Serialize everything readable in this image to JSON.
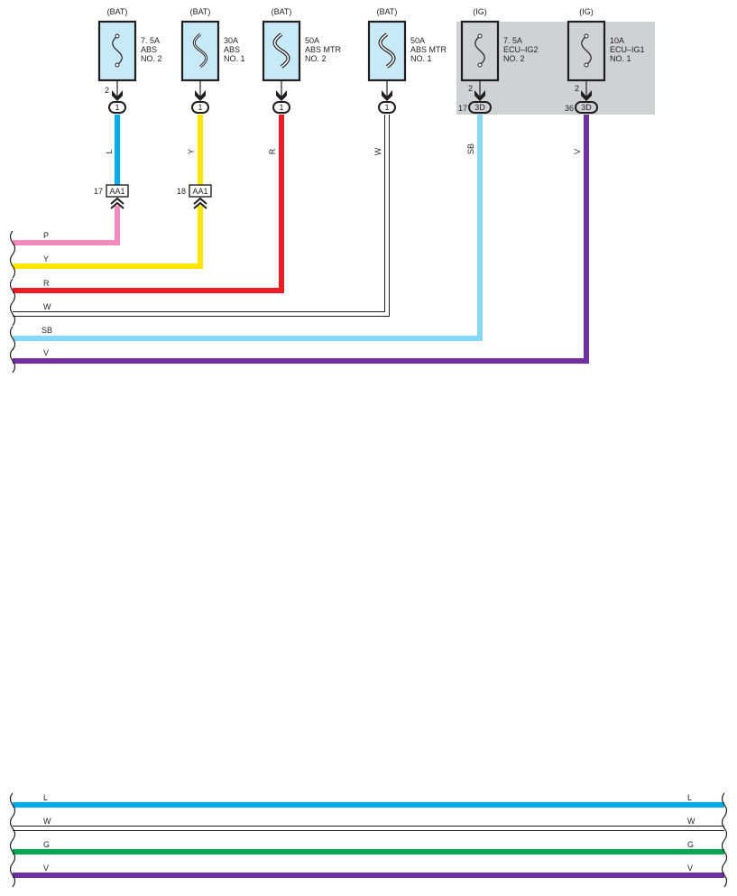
{
  "fuses": [
    {
      "source": "(BAT)",
      "rating": "7. 5A",
      "name1": "ABS",
      "name2": "NO. 2",
      "pin": "2",
      "connector": "1",
      "wire": "L",
      "color": "#00aeef"
    },
    {
      "source": "(BAT)",
      "rating": "30A",
      "name1": "ABS",
      "name2": "NO. 1",
      "pin": "",
      "connector": "1",
      "wire": "Y",
      "color": "#ffe600"
    },
    {
      "source": "(BAT)",
      "rating": "50A",
      "name1": "ABS MTR",
      "name2": "NO. 2",
      "pin": "",
      "connector": "1",
      "wire": "R",
      "color": "#ed1c24"
    },
    {
      "source": "(BAT)",
      "rating": "50A",
      "name1": "ABS MTR",
      "name2": "NO. 1",
      "pin": "",
      "connector": "1",
      "wire": "W",
      "color": "#ffffff"
    },
    {
      "source": "(IG)",
      "rating": "7. 5A",
      "name1": "ECU–IG2",
      "name2": "NO. 2",
      "pin": "2",
      "connector": "3D",
      "connector_pin": "17",
      "wire": "SB",
      "color": "#87d7f7"
    },
    {
      "source": "(IG)",
      "rating": "10A",
      "name1": "ECU–IG1",
      "name2": "NO. 1",
      "pin": "2",
      "connector": "3D",
      "connector_pin": "36",
      "wire": "V",
      "color": "#7030a0"
    }
  ],
  "aa1_connectors": [
    {
      "pin": "17",
      "label": "AA1"
    },
    {
      "pin": "18",
      "label": "AA1"
    }
  ],
  "left_wires": [
    {
      "label": "P",
      "color": "#f38bbf"
    },
    {
      "label": "Y",
      "color": "#ffe600"
    },
    {
      "label": "R",
      "color": "#ed1c24"
    },
    {
      "label": "W",
      "color": "#ffffff"
    },
    {
      "label": "SB",
      "color": "#87d7f7"
    },
    {
      "label": "V",
      "color": "#7030a0"
    }
  ],
  "bottom_wires": [
    {
      "label": "L",
      "color": "#00aeef"
    },
    {
      "label": "W",
      "color": "#ffffff"
    },
    {
      "label": "G",
      "color": "#00a651"
    },
    {
      "label": "V",
      "color": "#7030a0"
    }
  ]
}
